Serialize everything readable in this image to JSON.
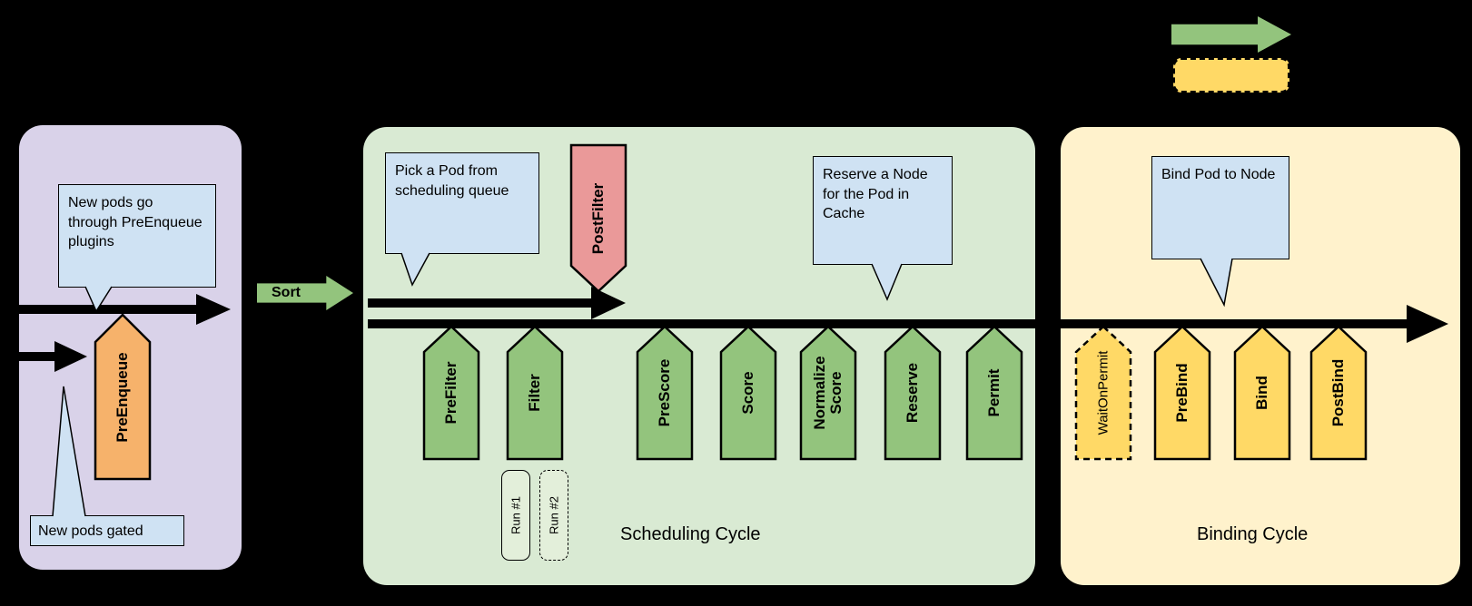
{
  "legend": {
    "extension_arrow_color": "#93c47d",
    "optional_box_color": "#ffd966"
  },
  "pre_enqueue": {
    "callout_top": "New pods go through PreEnqueue plugins",
    "callout_gated": "New pods gated",
    "plugin": "PreEnqueue"
  },
  "sort": {
    "label": "Sort"
  },
  "scheduling_cycle": {
    "title": "Scheduling Cycle",
    "callout_pick": "Pick a Pod from scheduling queue",
    "callout_reserve": "Reserve a Node for the Pod in Cache",
    "postfilter": "PostFilter",
    "plugins": [
      "PreFilter",
      "Filter",
      "PreScore",
      "Score",
      "Normalize Score",
      "Reserve",
      "Permit"
    ],
    "filter_runs": [
      "Run #1",
      "Run #2"
    ]
  },
  "binding_cycle": {
    "title": "Binding Cycle",
    "callout_bind": "Bind Pod to Node",
    "plugins": [
      "WaitOnPermit",
      "PreBind",
      "Bind",
      "PostBind"
    ]
  },
  "colors": {
    "pre_enqueue_section": "#d9d2e9",
    "scheduling_section": "#d9ead3",
    "binding_section": "#fff2cc",
    "green_plugin": "#93c47d",
    "orange_plugin": "#f6b26b",
    "red_plugin": "#ea9999",
    "yellow_plugin": "#ffd966",
    "callout": "#cfe2f3",
    "arrow": "#000000"
  }
}
